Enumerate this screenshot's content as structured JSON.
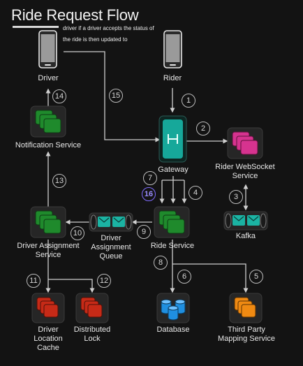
{
  "title": "Ride Request Flow",
  "subtitle": "driver if a driver accepts the status of the ride is then updated to",
  "nodes": {
    "driver": "Driver",
    "rider": "Rider",
    "gateway": "Gateway",
    "notification_service": "Notification Service",
    "rider_websocket_service": "Rider WebSocket Service",
    "kafka": "Kafka",
    "ride_service": "Ride Service",
    "driver_assignment_queue": "Driver Assignment Queue",
    "driver_assignment_service": "Driver Assignment Service",
    "driver_location_cache": "Driver Location Cache",
    "distributed_lock": "Distributed Lock",
    "database": "Database",
    "third_party_mapping_service": "Third Party Mapping Service"
  },
  "steps": [
    "1",
    "2",
    "3",
    "4",
    "5",
    "6",
    "7",
    "8",
    "9",
    "10",
    "11",
    "12",
    "13",
    "14",
    "15",
    "16"
  ],
  "colors": {
    "background": "#131313",
    "arrow": "#cfcfcf",
    "gateway": "#16a89a",
    "green_service": "#1f8a2c",
    "pink_service": "#d6338f",
    "queue": "#1bb3a3",
    "red_store": "#c62a17",
    "blue_db": "#1f8fe0",
    "orange_service": "#f08a12",
    "highlight_step": "#7f6cff"
  },
  "icons": [
    "phone-icon",
    "gateway-icon",
    "stack-icon",
    "queue-icon",
    "database-icon"
  ]
}
